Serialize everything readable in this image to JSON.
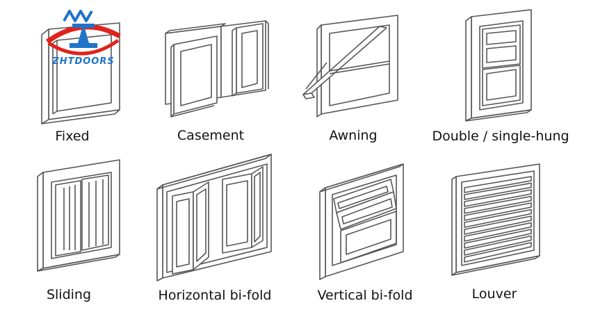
{
  "logo": {
    "text": "ZHTDOORS",
    "blue": "#1f74c8",
    "red": "#e0231b"
  },
  "line_color": "#555555",
  "windows": [
    {
      "id": "fixed",
      "label": "Fixed"
    },
    {
      "id": "casement",
      "label": "Casement"
    },
    {
      "id": "awning",
      "label": "Awning"
    },
    {
      "id": "double-single-hung",
      "label": "Double / single-hung"
    },
    {
      "id": "sliding",
      "label": "Sliding"
    },
    {
      "id": "horizontal-bi-fold",
      "label": "Horizontal bi-fold"
    },
    {
      "id": "vertical-bi-fold",
      "label": "Vertical bi-fold"
    },
    {
      "id": "louver",
      "label": "Louver"
    }
  ]
}
